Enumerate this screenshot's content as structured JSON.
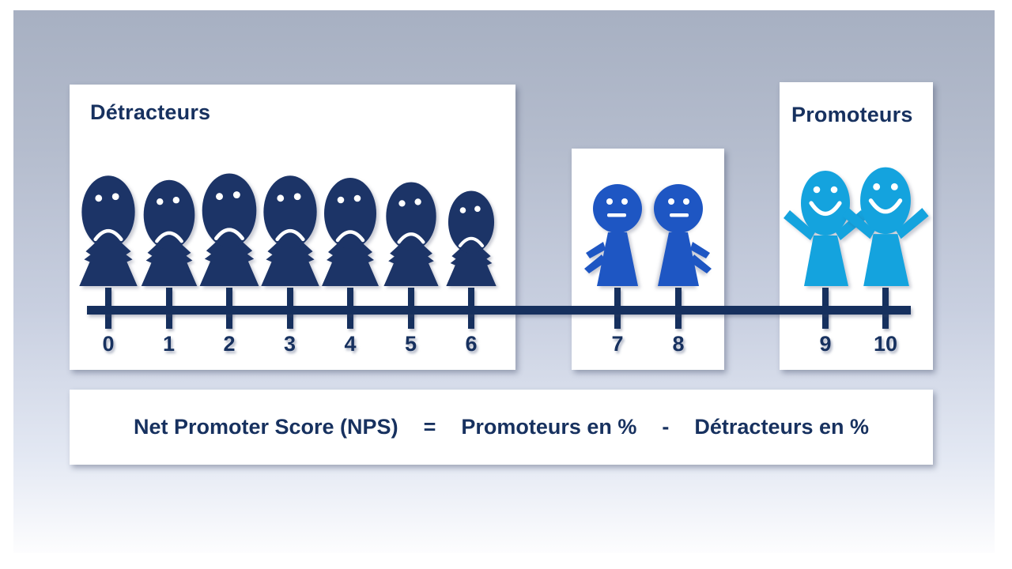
{
  "colors": {
    "detractor": "#1c3467",
    "passive": "#1e56c3",
    "promoter": "#14a3de",
    "line": "#16305e",
    "text": "#17315f",
    "panel_background": "#ffffff",
    "background_top": "#a7b0c2",
    "background_bottom": "#fdfdfe"
  },
  "groups": [
    {
      "id": "detractors",
      "label": "Détracteurs",
      "mood": "sad",
      "icon": "sad-figure-icon",
      "color": "#1c3467",
      "scores": [
        0,
        1,
        2,
        3,
        4,
        5,
        6
      ]
    },
    {
      "id": "passives",
      "label": "",
      "mood": "neutral",
      "icon": "neutral-figure-icon",
      "color": "#1e56c3",
      "scores": [
        7,
        8
      ]
    },
    {
      "id": "promoters",
      "label": "Promoteurs",
      "mood": "happy",
      "icon": "happy-figure-icon",
      "color": "#14a3de",
      "scores": [
        9,
        10
      ]
    }
  ],
  "scale": {
    "min": 0,
    "max": 10
  },
  "formula": {
    "nps": "Net Promoter Score (NPS)",
    "equals": "=",
    "promoters": "Promoteurs en %",
    "minus": "-",
    "detractors": "Détracteurs en %"
  }
}
